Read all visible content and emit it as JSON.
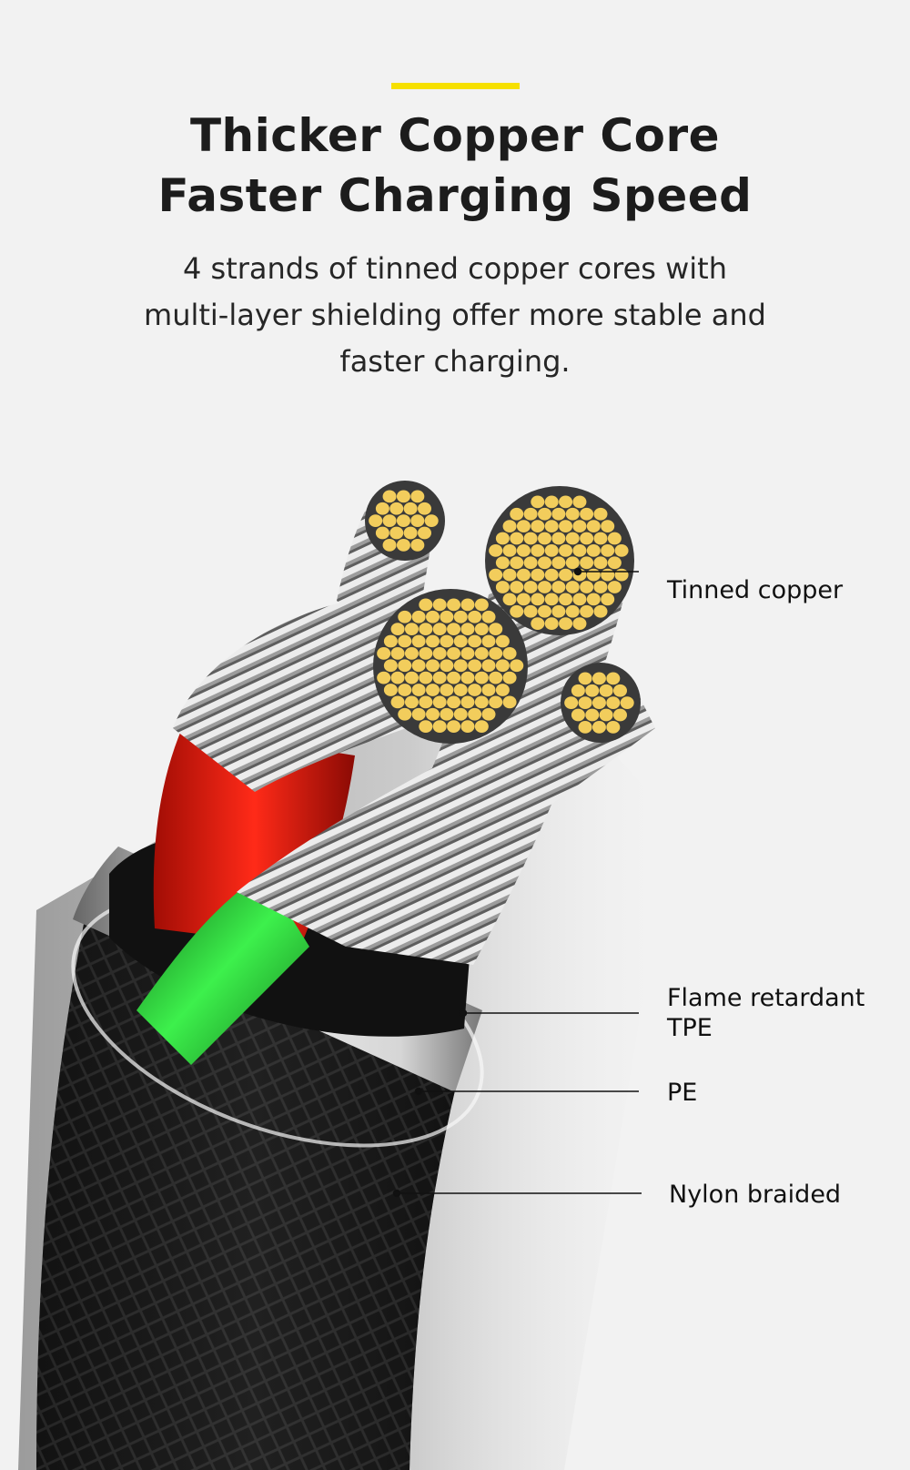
{
  "header": {
    "accent_color": "#f6e000",
    "title_line1": "Thicker Copper Core",
    "title_line2": "Faster Charging Speed",
    "description_lines": [
      "4 strands of tinned copper cores with",
      "multi-layer shielding offer more stable and",
      "faster charging."
    ]
  },
  "callouts": {
    "tinned_copper": "Tinned copper",
    "flame_retardant_line1": "Flame retardant",
    "flame_retardant_line2": "TPE",
    "pe": "PE",
    "nylon_braided": "Nylon braided"
  },
  "colors": {
    "copper": "#f2cd5c",
    "wire_red": "#e0261a",
    "wire_green": "#2bd23a",
    "jacket": "#1a1a1a"
  }
}
